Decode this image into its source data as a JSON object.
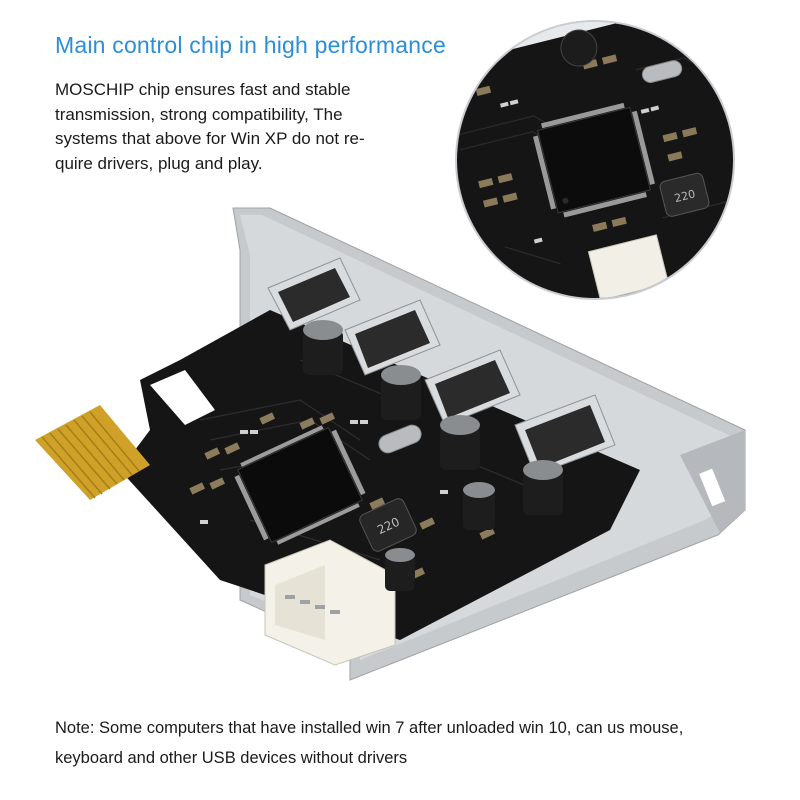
{
  "headline": "Main control chip in high performance",
  "description_lines": [
    "MOSCHIP chip ensures fast and stable",
    "transmission, strong compatibility, The",
    "systems that above for Win XP do not re-",
    "quire drivers, plug and play."
  ],
  "note_lines": [
    "Note: Some computers that have installed win 7 after unloaded win 10, can us mouse,",
    "keyboard and other USB devices without drivers"
  ],
  "colors": {
    "headline": "#2a8fd6",
    "pcb": "#141414",
    "bracket": "#c3c6c9",
    "gold": "#d4a630",
    "connector": "#f4f2ea"
  },
  "board_marks": {
    "inductor": "220",
    "zoom_inductor": "220"
  }
}
